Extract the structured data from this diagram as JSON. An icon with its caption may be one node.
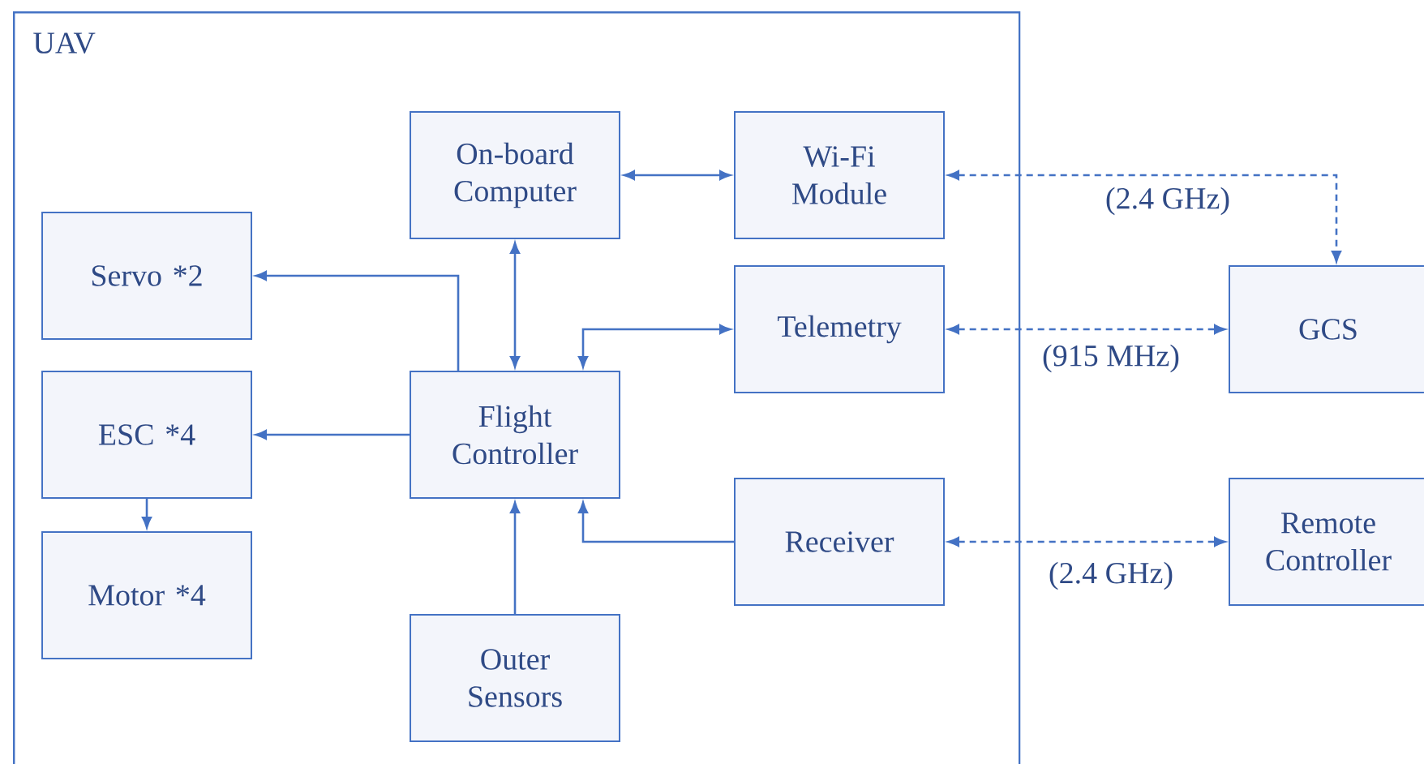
{
  "diagram": {
    "nodes": [
      {
        "text": [
          "UAV"
        ]
      },
      {
        "text": [
          "On-board Computer"
        ],
        "in": 0
      },
      {
        "text": [
          "Wi-Fi Module"
        ],
        "in": 0
      },
      {
        "text": [
          "Servo *2"
        ],
        "in": 0
      },
      {
        "text": [
          "Telemetry"
        ],
        "in": 0
      },
      {
        "text": [
          "GCS"
        ]
      },
      {
        "text": [
          "ESC *4"
        ],
        "in": 0
      },
      {
        "text": [
          "Flight Controller"
        ],
        "in": 0
      },
      {
        "text": [
          "Receiver"
        ],
        "in": 0
      },
      {
        "text": [
          "Remote Controller"
        ]
      },
      {
        "text": [
          "Motor *4"
        ],
        "in": 0
      },
      {
        "text": [
          "Outer Sensors"
        ],
        "in": 0
      }
    ],
    "edges": [
      {
        "from": 1,
        "to": 2,
        "arrow": "both"
      },
      {
        "from": 2,
        "to": 5,
        "arrow": "both",
        "style": "dashed",
        "label": "(2.4 GHz)"
      },
      {
        "from": 7,
        "to": 3,
        "arrow": "to"
      },
      {
        "from": 7,
        "to": 1,
        "arrow": "both"
      },
      {
        "from": 7,
        "to": 4,
        "arrow": "both"
      },
      {
        "from": 4,
        "to": 5,
        "arrow": "both",
        "style": "dashed",
        "label": "(915 MHz)"
      },
      {
        "from": 7,
        "to": 6,
        "arrow": "to"
      },
      {
        "from": 6,
        "to": 10,
        "arrow": "to"
      },
      {
        "from": 8,
        "to": 7,
        "arrow": "to"
      },
      {
        "from": 8,
        "to": 9,
        "arrow": "both",
        "style": "dashed",
        "label": "(2.4 GHz)"
      },
      {
        "from": 11,
        "to": 7,
        "arrow": "to"
      }
    ]
  }
}
